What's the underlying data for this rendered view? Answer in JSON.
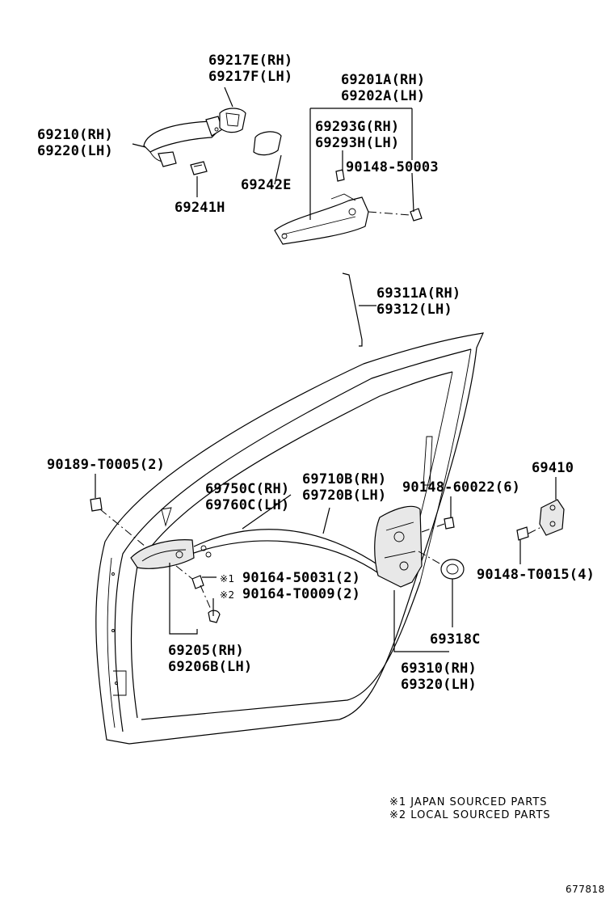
{
  "labels": {
    "l69217": [
      "69217E(RH)",
      "69217F(LH)"
    ],
    "l69201": [
      "69201A(RH)",
      "69202A(LH)"
    ],
    "l69210": [
      "69210(RH)",
      "69220(LH)"
    ],
    "l69293": [
      "69293G(RH)",
      "69293H(LH)"
    ],
    "l90148_50003": "90148-50003",
    "l69242": "69242E",
    "l69241": "69241H",
    "l69311": [
      "69311A(RH)",
      "69312(LH)"
    ],
    "l90189": "90189-T0005(2)",
    "l69750": [
      "69750C(RH)",
      "69760C(LH)"
    ],
    "l69710": [
      "69710B(RH)",
      "69720B(LH)"
    ],
    "l90148_60022": "90148-60022(6)",
    "l69410": "69410",
    "l90164_50031": "90164-50031(2)",
    "l90164_T0009": "90164-T0009(2)",
    "l90148_T0015": "90148-T0015(4)",
    "l69205": [
      "69205(RH)",
      "69206B(LH)"
    ],
    "l69318": "69318C",
    "l69310": [
      "69310(RH)",
      "69320(LH)"
    ]
  },
  "marks": {
    "m1": "※1",
    "m2": "※2"
  },
  "notes": [
    "※1 JAPAN SOURCED PARTS",
    "※2 LOCAL SOURCED PARTS"
  ],
  "diagram_code": "677818"
}
